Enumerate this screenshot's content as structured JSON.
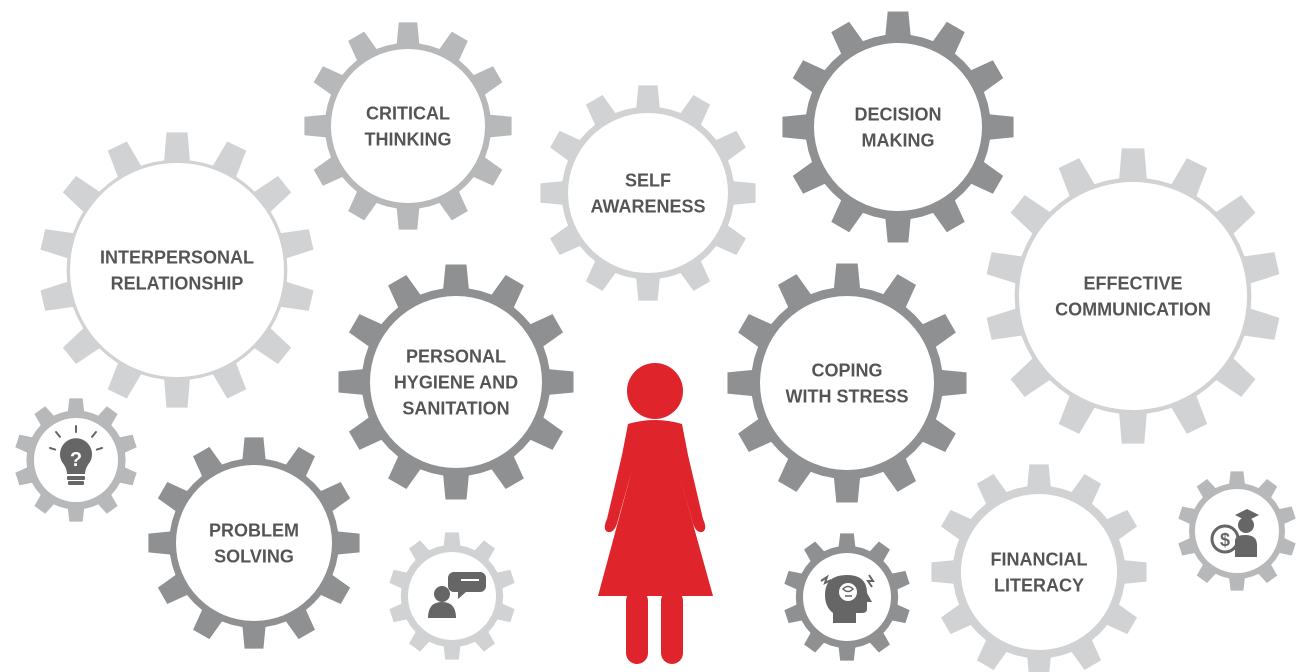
{
  "gears": [
    {
      "id": "critical-thinking",
      "lines": [
        "CRITICAL",
        "THINKING"
      ],
      "shade": "mid"
    },
    {
      "id": "decision-making",
      "lines": [
        "DECISION",
        "MAKING"
      ],
      "shade": "dark"
    },
    {
      "id": "self-awareness",
      "lines": [
        "SELF",
        "AWARENESS"
      ],
      "shade": "light"
    },
    {
      "id": "interpersonal-relationship",
      "lines": [
        "INTERPERSONAL",
        "RELATIONSHIP"
      ],
      "shade": "light"
    },
    {
      "id": "effective-communication",
      "lines": [
        "EFFECTIVE",
        "COMMUNICATION"
      ],
      "shade": "light"
    },
    {
      "id": "personal-hygiene",
      "lines": [
        "PERSONAL",
        "HYGIENE AND",
        "SANITATION"
      ],
      "shade": "dark"
    },
    {
      "id": "coping-with-stress",
      "lines": [
        "COPING",
        "WITH STRESS"
      ],
      "shade": "dark"
    },
    {
      "id": "problem-solving",
      "lines": [
        "PROBLEM",
        "SOLVING"
      ],
      "shade": "dark"
    },
    {
      "id": "financial-literacy",
      "lines": [
        "FINANCIAL",
        "LITERACY"
      ],
      "shade": "light"
    },
    {
      "id": "idea",
      "lines": [],
      "shade": "mid",
      "icon": "lightbulb-question-icon"
    },
    {
      "id": "speech",
      "lines": [],
      "shade": "light",
      "icon": "person-speech-icon"
    },
    {
      "id": "stress-head",
      "lines": [],
      "shade": "dark",
      "icon": "stressed-head-icon"
    },
    {
      "id": "finance-grad",
      "lines": [],
      "shade": "mid",
      "icon": "graduate-dollar-icon"
    }
  ],
  "colors": {
    "light": "#d1d2d4",
    "mid": "#b7b8ba",
    "dark": "#8f9092",
    "text": "#555555",
    "figure": "#e0242b",
    "icon": "#666666"
  },
  "figure_icon": "woman-figure-icon"
}
